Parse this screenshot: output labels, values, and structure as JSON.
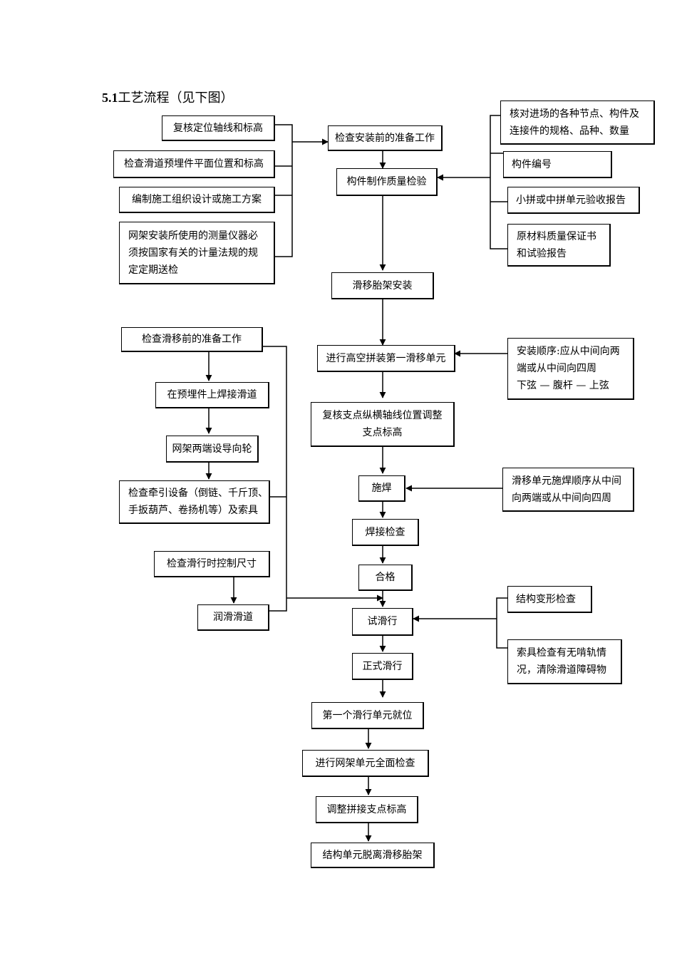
{
  "section": {
    "number": "5.1",
    "title": "工艺流程（见下图）"
  },
  "main_flow": [
    "检查安装前的准备工作",
    "构件制作质量检验",
    "滑移胎架安装",
    "进行高空拼装第一滑移单元",
    "复核支点纵横轴线位置调整\n支点标高",
    "施焊",
    "焊接检查",
    "合格",
    "试滑行",
    "正式滑行",
    "第一个滑行单元就位",
    "进行网架单元全面检查",
    "调整拼接支点标高",
    "结构单元脱离滑移胎架"
  ],
  "left_upper": [
    "复核定位轴线和标高",
    "检查滑道预埋件平面位置和标高",
    "编制施工组织设计或施工方案",
    "网架安装所使用的测量仪器必\n须按国家有关的计量法规的规\n定定期送检"
  ],
  "left_lower": [
    "检查滑移前的准备工作",
    "在预埋件上焊接滑道",
    "网架两端设导向轮",
    "检查牵引设备（倒链、千斤顶、\n手扳葫芦、卷扬机等）及索具",
    "检查滑行时控制尺寸",
    "润滑滑道"
  ],
  "right_upper": [
    "核对进场的各种节点、构件及\n连接件的规格、品种、数量",
    "构件编号",
    "小拼或中拼单元验收报告",
    "原材料质量保证书\n和试验报告"
  ],
  "right_notes": {
    "install_order": "安装顺序:应从中间向两\n端或从中间向四周\n下弦 — 腹杆 — 上弦",
    "weld_order": "滑移单元施焊顺序从中间\n向两端或从中间向四周",
    "trial_checks": [
      "结构变形检查",
      "索具检查有无啃轨情\n况，清除滑道障碍物"
    ]
  }
}
